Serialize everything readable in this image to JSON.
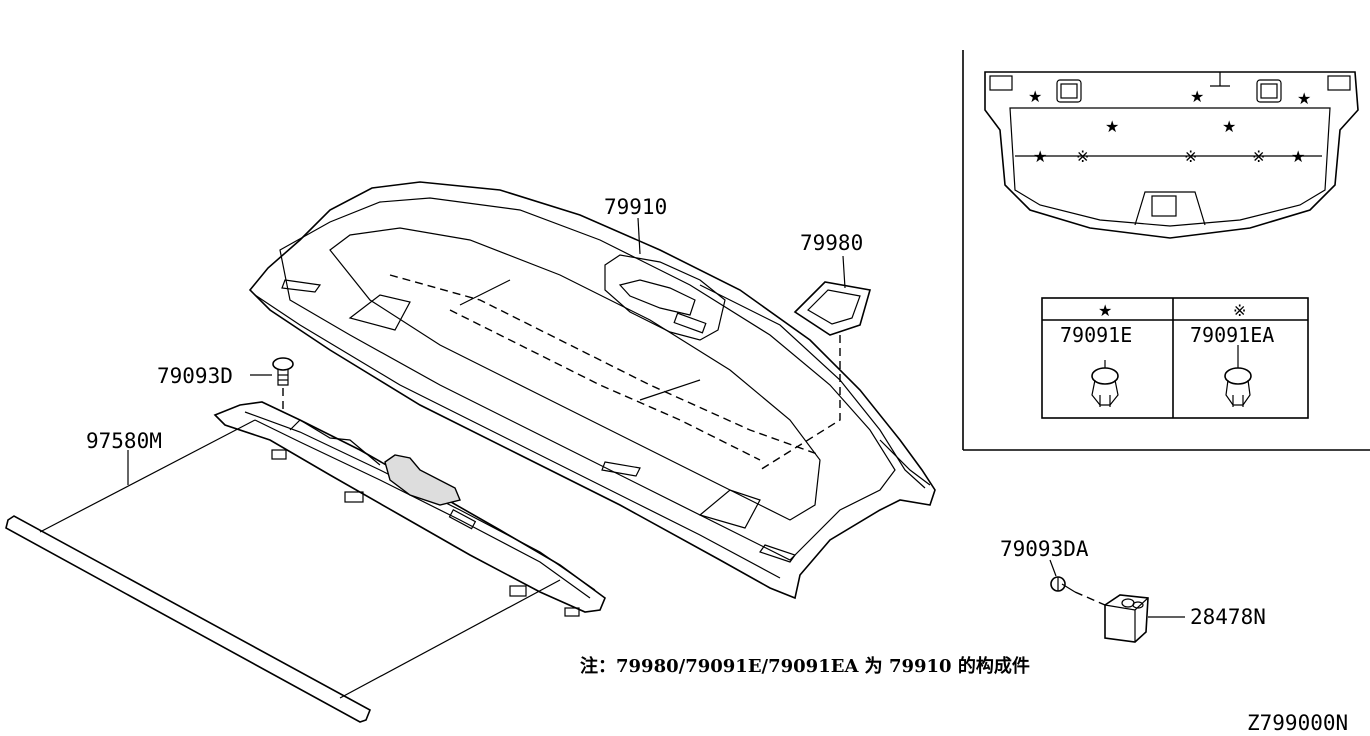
{
  "parts": {
    "shelf": "79910",
    "cover": "79980",
    "screw_a": "79093D",
    "tonneau": "97580M",
    "screw_b": "79093DA",
    "module": "28478N"
  },
  "inset": {
    "col_star_symbol": "★",
    "col_star_part": "79091E",
    "col_ref_symbol": "※",
    "col_ref_part": "79091EA"
  },
  "note": "注：79980/79091E/79091EA 为 79910 的构成件",
  "diagram_code": "Z799000N"
}
